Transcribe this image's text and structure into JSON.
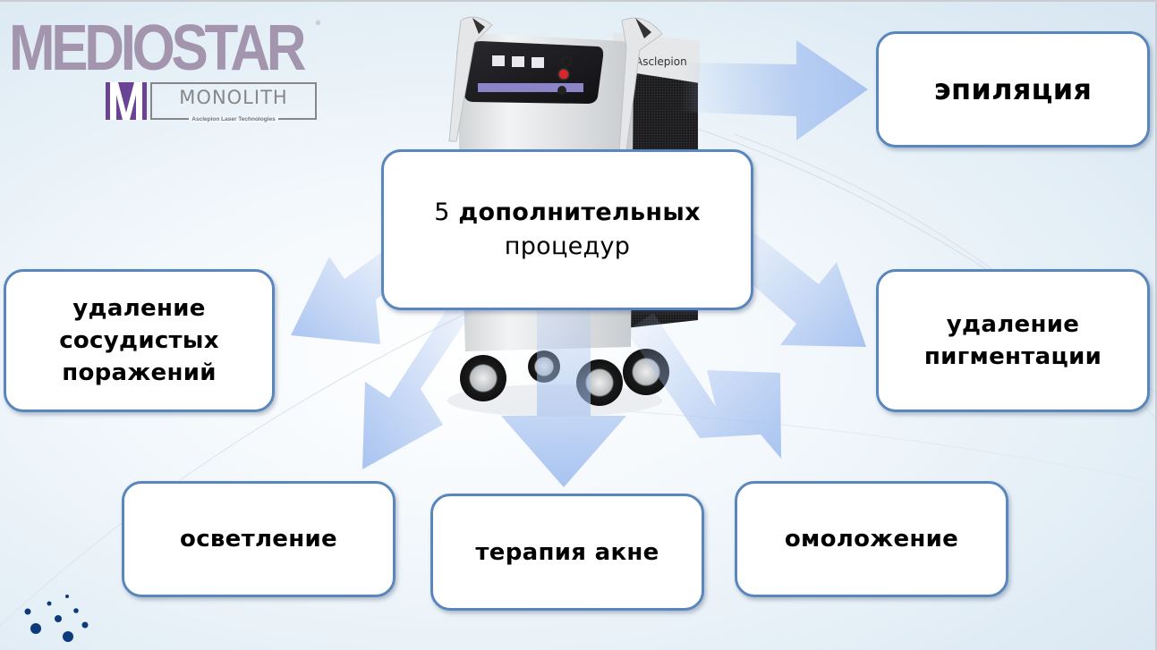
{
  "logo": {
    "brand": "MEDIOSTAR",
    "registered_mark": "®",
    "product": "MONOLITH",
    "maker_tagline": "Asclepion Laser Technologies",
    "brand_color": "#a395ad",
    "emblem_color": "#6b4394",
    "product_color": "#85878a"
  },
  "device": {
    "label": "Asclepion"
  },
  "diagram": {
    "center": {
      "number": "5",
      "line1_rest": "дополнительных",
      "line2": "процедур"
    },
    "procedures": [
      {
        "id": "epilation",
        "label": "эпиляция"
      },
      {
        "id": "vascular",
        "label": "удаление сосудистых поражений",
        "lines": [
          "удаление",
          "сосудистых",
          "поражений"
        ]
      },
      {
        "id": "pigment",
        "label": "удаление пигментации",
        "lines": [
          "удаление",
          "пигментации"
        ]
      },
      {
        "id": "lightening",
        "label": "осветление"
      },
      {
        "id": "acne",
        "label": "терапия акне"
      },
      {
        "id": "rejuvenation",
        "label": "омоложение"
      }
    ]
  },
  "colors": {
    "box_border": "#5a86be",
    "arrow": "#a9c4f0",
    "dots": "#0c3a7a"
  }
}
